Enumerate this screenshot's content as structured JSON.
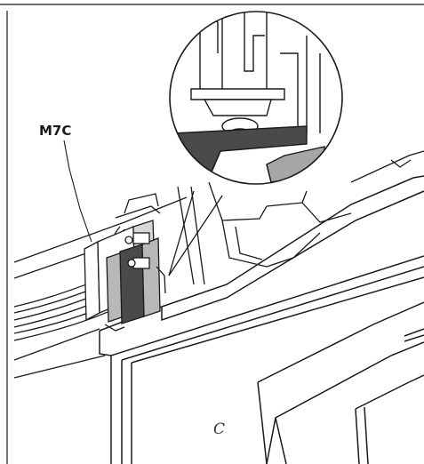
{
  "figure": {
    "callout_label": "M7C",
    "housing_mark": "C"
  },
  "colors": {
    "line": "#1a1a1a",
    "switch_dark": "#4a4a4a",
    "switch_light": "#b8b8b8",
    "actuator_gray": "#a6a6a6",
    "background": "#ffffff"
  },
  "icons": {
    "top_rule": "horizontal-rule",
    "left_rule": "vertical-rule",
    "detail_view": "magnifier-circle",
    "component": "micro-switch",
    "harness": "wire-harness"
  }
}
